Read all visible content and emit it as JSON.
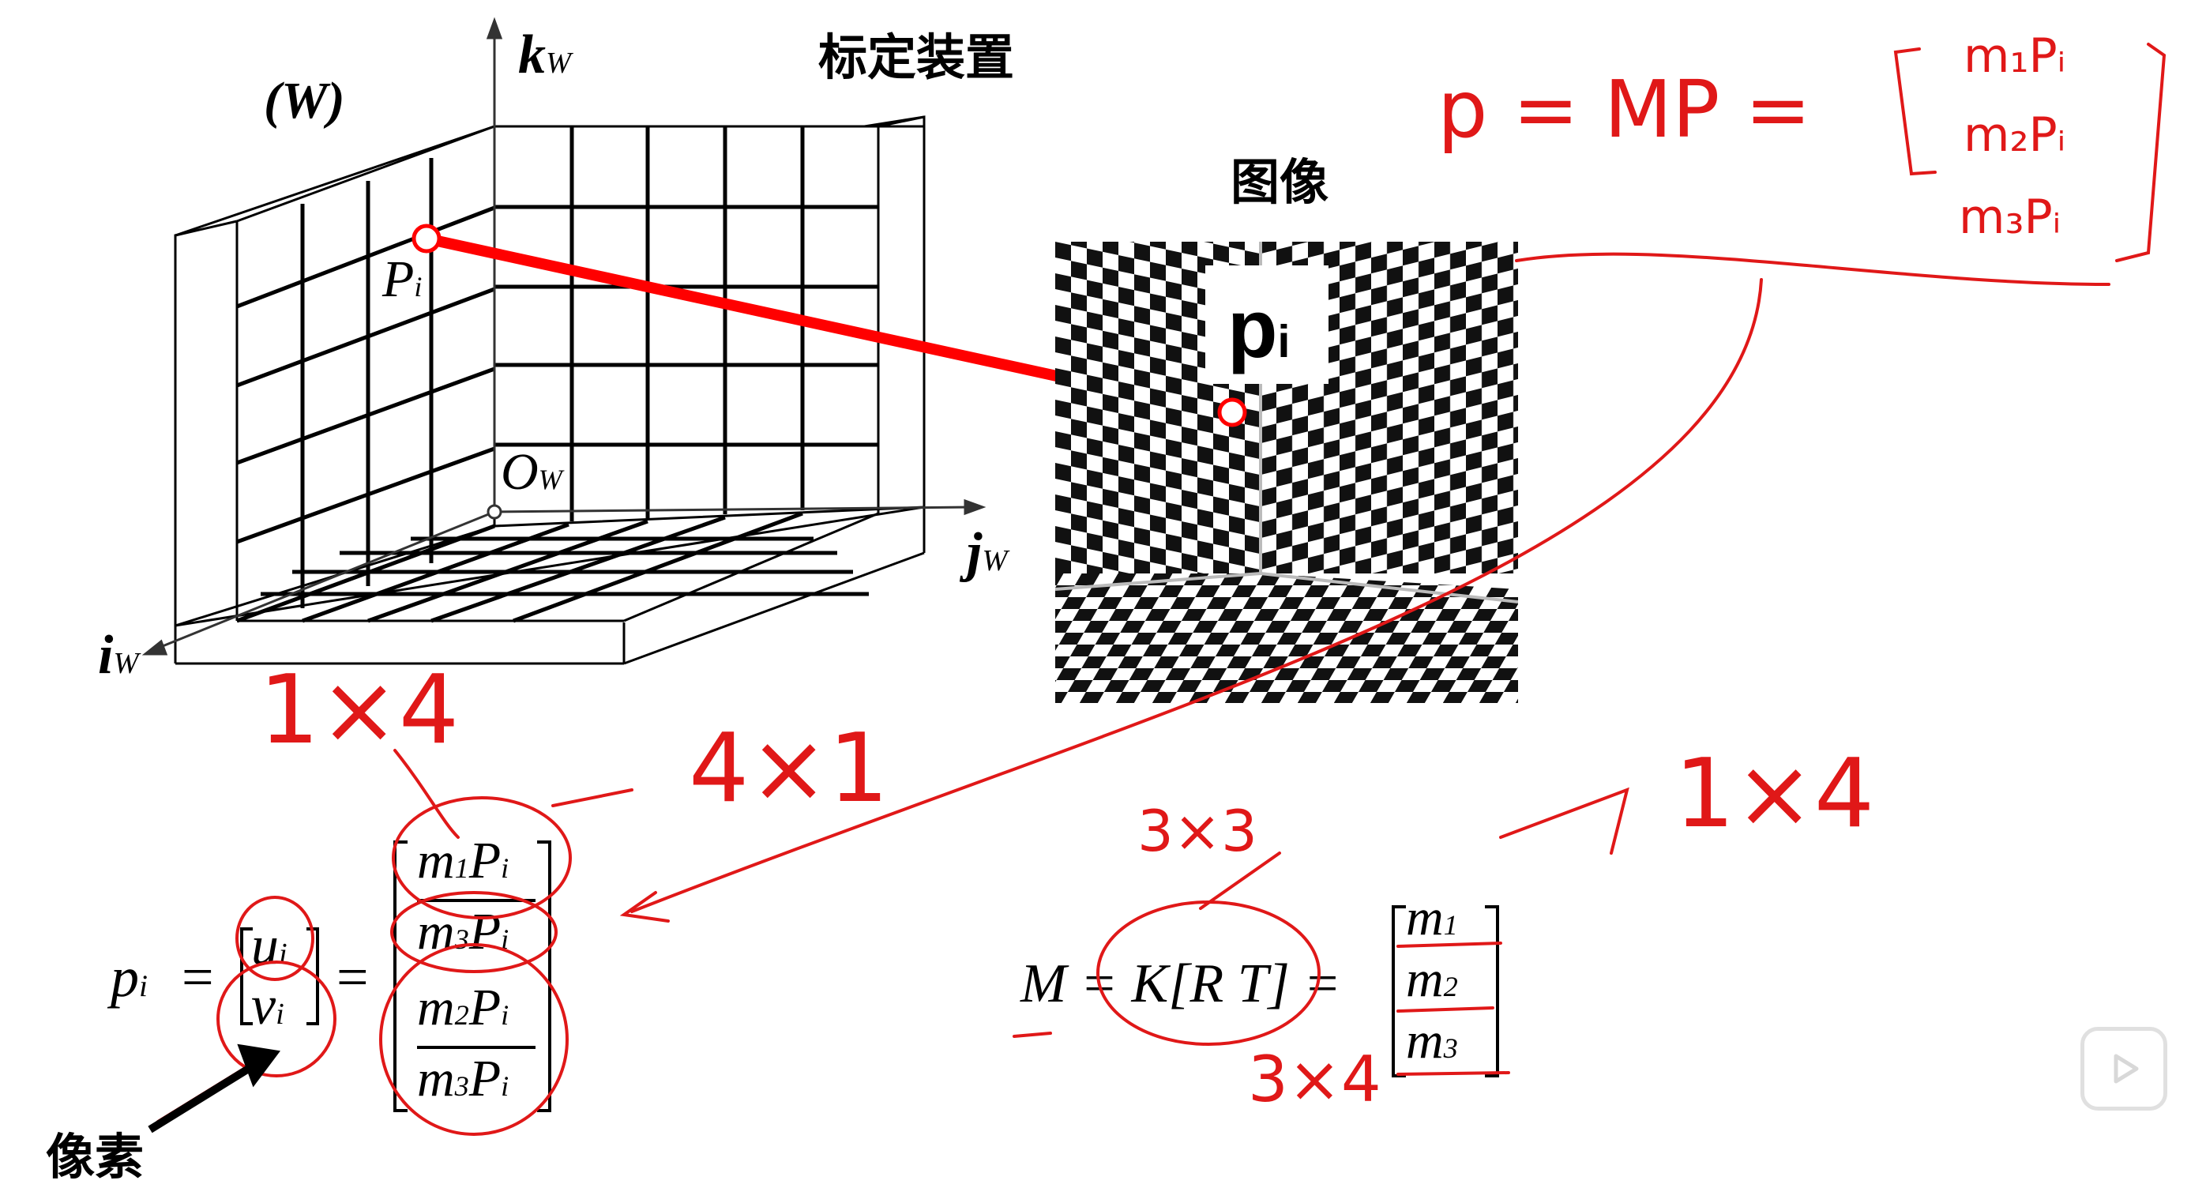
{
  "labels": {
    "device_title": "标定装置",
    "image_title": "图像",
    "world_frame": "(W)",
    "point_world": "P",
    "point_world_sub": "i",
    "point_image": "p",
    "point_image_sub": "i",
    "origin": "O",
    "origin_sub": "W",
    "axis_k": "k",
    "axis_k_sub": "W",
    "axis_j": "j",
    "axis_j_sub": "W",
    "axis_i": "i",
    "axis_i_sub": "W",
    "pixel": "像素"
  },
  "equations": {
    "pi_lhs": "p",
    "pi_lhs_sub": "i",
    "eq": "=",
    "u": "u",
    "u_sub": "i",
    "v": "v",
    "v_sub": "i",
    "m1Pi": "m",
    "m3Pi": "m",
    "m2Pi": "m",
    "P": "P",
    "one": "1",
    "two": "2",
    "three": "3",
    "M_eq": "M = K[R T] =",
    "m1": "m",
    "m2": "m",
    "m3": "m"
  },
  "handwriting": {
    "dims_1x4_left": "1×4",
    "dims_4x1": "4×1",
    "dims_3x3": "3×3",
    "dims_3x4": "3×4",
    "dims_1x4_right": "1×4",
    "top_formula": "p = MP =",
    "top_m1": "m₁Pᵢ",
    "top_m2": "m₂Pᵢ",
    "top_m3": "m₃Pᵢ"
  },
  "colors": {
    "ink": "#000000",
    "annotation_red": "#e01818",
    "arrow_red": "#ff0000"
  }
}
